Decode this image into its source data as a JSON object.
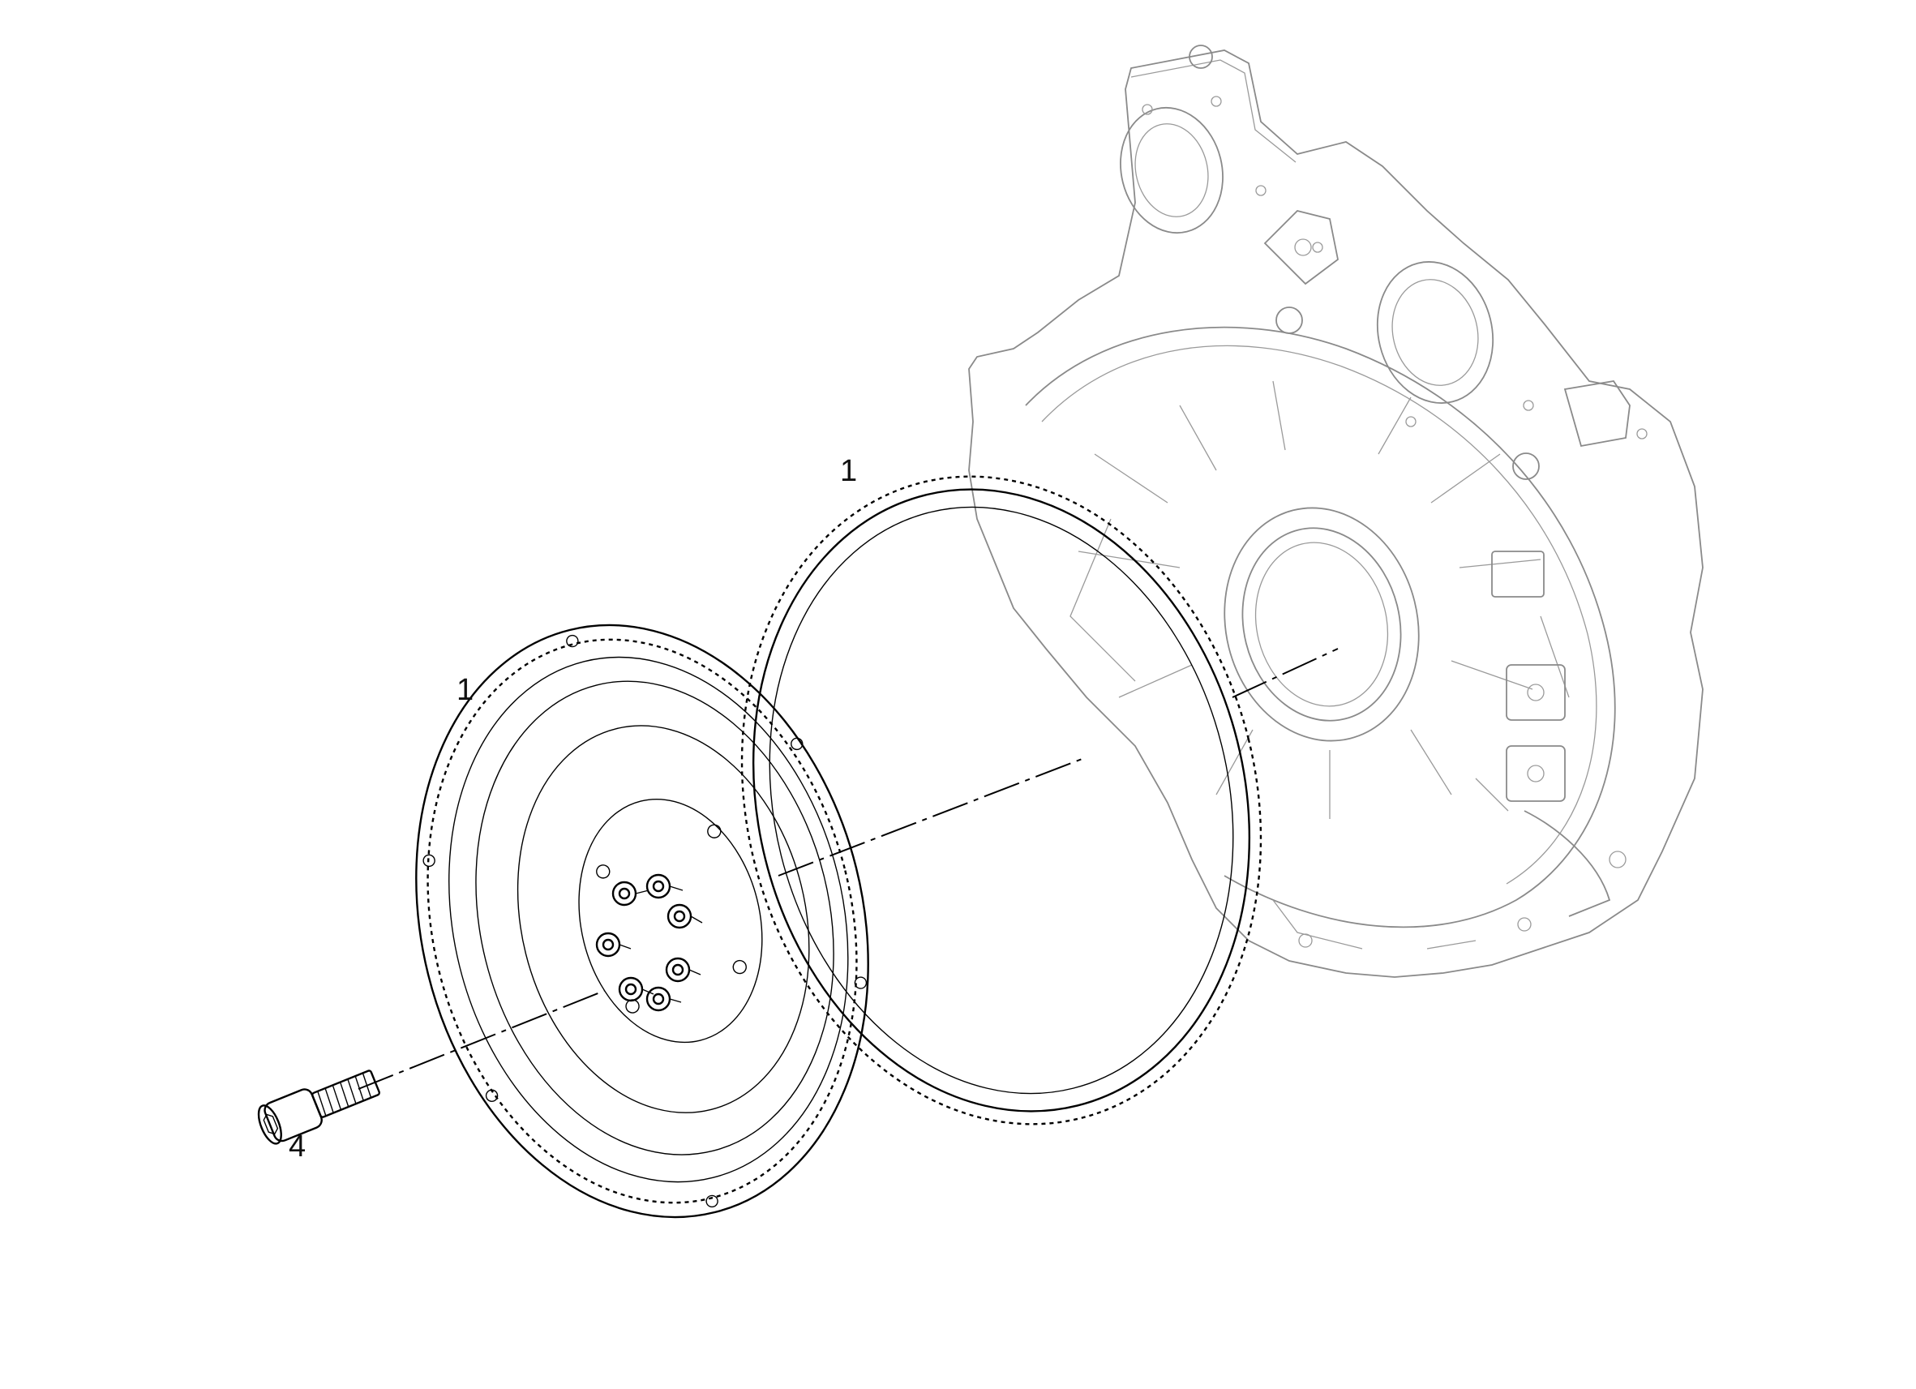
{
  "callouts": [
    {
      "id": "ring-gear",
      "label": "1"
    },
    {
      "id": "flywheel",
      "label": "1"
    },
    {
      "id": "screw",
      "label": "4"
    }
  ],
  "colors": {
    "line": "#000000",
    "housing_line": "#8a8a8a",
    "background": "#ffffff"
  }
}
